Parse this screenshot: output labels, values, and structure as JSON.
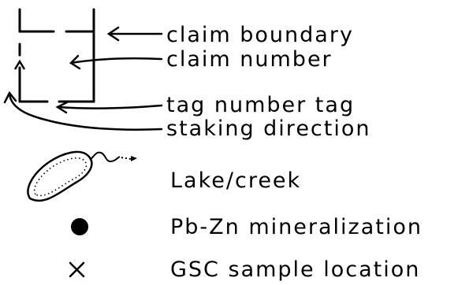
{
  "legend": {
    "claim_boundary": "claim boundary",
    "claim_number": "claim number",
    "tag_number_tag": "tag number tag",
    "staking_direction": "staking direction",
    "lake_creek": "Lake/creek",
    "pb_zn_mineralization": "Pb-Zn mineralization",
    "gsc_sample_location": "GSC sample location"
  },
  "symbols": {
    "lake_creek": "lake-outline-with-dotted-creek",
    "pb_zn_mineralization": "filled-circle",
    "gsc_sample_location": "x-mark"
  },
  "colors": {
    "ink": "#000000",
    "background": "#ffffff"
  }
}
